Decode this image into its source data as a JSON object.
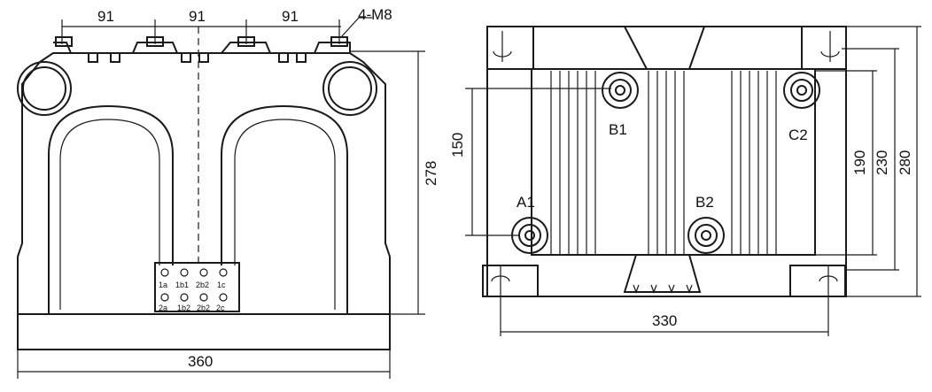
{
  "left_view": {
    "dim_spacing": [
      "91",
      "91",
      "91"
    ],
    "bolt_callout": "4-M8",
    "dim_height": "278",
    "dim_width": "360",
    "terminal_labels_top": [
      "1a",
      "1b1",
      "2b2",
      "1c"
    ],
    "terminal_labels_bottom": [
      "2a",
      "1b2",
      "2b2",
      "2c"
    ]
  },
  "right_view": {
    "terminals": [
      "B1",
      "C2",
      "A1",
      "B2"
    ],
    "dim_left": "150",
    "dim_right": [
      "190",
      "230",
      "280"
    ],
    "dim_width": "330"
  }
}
